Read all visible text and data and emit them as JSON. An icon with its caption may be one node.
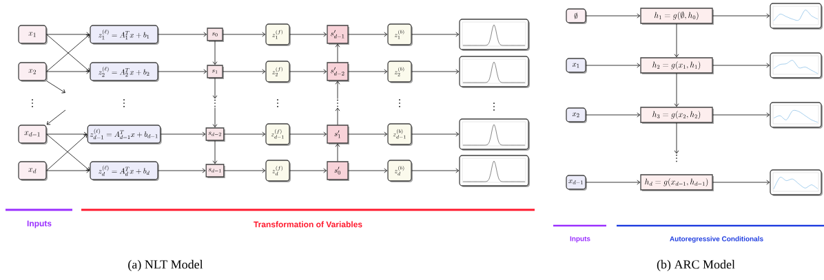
{
  "diagram": {
    "nodes": [
      {
        "text": [
          "x_1"
        ]
      },
      {
        "text": [
          "x_2"
        ]
      },
      {
        "text": [
          "x_{d-1}"
        ]
      },
      {
        "text": [
          "x_d"
        ]
      },
      {
        "text": [
          "z_1^{(\\ell)} = A_1^T x + b_1"
        ]
      },
      {
        "text": [
          "z_2^{(\\ell)} = A_2^T x + b_2"
        ]
      },
      {
        "text": [
          "z_{d-1}^{(\\ell)} = A_{d-1}^T x + b_{d-1}"
        ]
      },
      {
        "text": [
          "z_d^{(\\ell)} = A_d^T x + b_d"
        ]
      },
      {
        "text": [
          "s_0"
        ]
      },
      {
        "text": [
          "s_1"
        ]
      },
      {
        "text": [
          "s_{d-2}"
        ]
      },
      {
        "text": [
          "s_{d-1}"
        ]
      },
      {
        "text": [
          "z_1^{(f)}"
        ]
      },
      {
        "text": [
          "z_2^{(f)}"
        ]
      },
      {
        "text": [
          "z_{d-1}^{(f)}"
        ]
      },
      {
        "text": [
          "z_d^{(f)}"
        ]
      },
      {
        "text": [
          "s'_{d-1}"
        ]
      },
      {
        "text": [
          "s'_{d-2}"
        ]
      },
      {
        "text": [
          "s'_1"
        ]
      },
      {
        "text": [
          "s'_0"
        ]
      },
      {
        "text": [
          "z_1^{(b)}"
        ]
      },
      {
        "text": [
          "z_2^{(b)}"
        ]
      },
      {
        "text": [
          "z_{d-1}^{(b)}"
        ]
      },
      {
        "text": [
          "z_d^{(b)}"
        ]
      },
      {
        "text": [],
        "shape": "picture"
      },
      {
        "text": [],
        "shape": "picture"
      },
      {
        "text": [],
        "shape": "picture"
      },
      {
        "text": [],
        "shape": "picture"
      },
      {
        "text": [
          "\\emptyset"
        ]
      },
      {
        "text": [
          "x_1"
        ]
      },
      {
        "text": [
          "x_2"
        ]
      },
      {
        "text": [
          "x_{d-1}"
        ]
      },
      {
        "text": [
          "h_1 = g(\\emptyset, h_0)"
        ]
      },
      {
        "text": [
          "h_2 = g(x_1, h_1)"
        ]
      },
      {
        "text": [
          "h_3 = g(x_2, h_2)"
        ]
      },
      {
        "text": [
          "h_d = g(x_{d-1}, h_{d-1})"
        ]
      },
      {
        "text": [],
        "shape": "picture"
      },
      {
        "text": [],
        "shape": "picture"
      },
      {
        "text": [],
        "shape": "picture"
      },
      {
        "text": [],
        "shape": "picture"
      },
      {
        "text": [
          "⋮"
        ]
      },
      {
        "text": [
          "⋮"
        ]
      },
      {
        "text": [
          "⋮"
        ]
      }
    ],
    "edges": [
      {
        "from": 0,
        "to": 4,
        "arrow": "to"
      },
      {
        "from": 0,
        "to": 5,
        "arrow": "to"
      },
      {
        "from": 1,
        "to": 4,
        "arrow": "to"
      },
      {
        "from": 1,
        "to": 5,
        "arrow": "to"
      },
      {
        "from": 1,
        "to": null,
        "arrow": "to"
      },
      {
        "from": null,
        "to": 2,
        "arrow": "to"
      },
      {
        "from": 2,
        "to": 6,
        "arrow": "to"
      },
      {
        "from": 2,
        "to": 7,
        "arrow": "to"
      },
      {
        "from": 3,
        "to": 6,
        "arrow": "to"
      },
      {
        "from": 3,
        "to": 7,
        "arrow": "to"
      },
      {
        "from": 4,
        "to": 8,
        "arrow": "to"
      },
      {
        "from": 5,
        "to": 9,
        "arrow": "to"
      },
      {
        "from": 6,
        "to": 10,
        "arrow": "to"
      },
      {
        "from": 7,
        "to": 11,
        "arrow": "to"
      },
      {
        "from": 8,
        "to": 9,
        "arrow": "to"
      },
      {
        "from": 9,
        "to": 40,
        "arrow": "to"
      },
      {
        "from": 40,
        "to": 10,
        "arrow": "to"
      },
      {
        "from": 10,
        "to": 11,
        "arrow": "to"
      },
      {
        "from": 8,
        "to": 12,
        "arrow": "to"
      },
      {
        "from": 9,
        "to": 13,
        "arrow": "to"
      },
      {
        "from": 10,
        "to": 14,
        "arrow": "to"
      },
      {
        "from": 11,
        "to": 15,
        "arrow": "to"
      },
      {
        "from": 12,
        "to": 16,
        "arrow": "to"
      },
      {
        "from": 13,
        "to": 17,
        "arrow": "to"
      },
      {
        "from": 14,
        "to": 18,
        "arrow": "to"
      },
      {
        "from": 15,
        "to": 19,
        "arrow": "to"
      },
      {
        "from": 19,
        "to": 18,
        "arrow": "to"
      },
      {
        "from": 18,
        "to": 41,
        "arrow": "to"
      },
      {
        "from": 41,
        "to": 17,
        "arrow": "to"
      },
      {
        "from": 17,
        "to": 16,
        "arrow": "to"
      },
      {
        "from": 16,
        "to": 20,
        "arrow": "to"
      },
      {
        "from": 17,
        "to": 21,
        "arrow": "to"
      },
      {
        "from": 18,
        "to": 22,
        "arrow": "to"
      },
      {
        "from": 19,
        "to": 23,
        "arrow": "to"
      },
      {
        "from": 20,
        "to": 24,
        "arrow": "to"
      },
      {
        "from": 21,
        "to": 25,
        "arrow": "to"
      },
      {
        "from": 22,
        "to": 26,
        "arrow": "to"
      },
      {
        "from": 23,
        "to": 27,
        "arrow": "to"
      },
      {
        "from": 28,
        "to": 32,
        "arrow": "to"
      },
      {
        "from": 29,
        "to": 33,
        "arrow": "to"
      },
      {
        "from": 30,
        "to": 34,
        "arrow": "to"
      },
      {
        "from": 31,
        "to": 35,
        "arrow": "to"
      },
      {
        "from": 32,
        "to": 33,
        "arrow": "to"
      },
      {
        "from": 33,
        "to": 34,
        "arrow": "to"
      },
      {
        "from": 34,
        "to": 42,
        "arrow": "to"
      },
      {
        "from": 32,
        "to": 36,
        "arrow": "to"
      },
      {
        "from": 33,
        "to": 37,
        "arrow": "to"
      },
      {
        "from": 34,
        "to": 38,
        "arrow": "to"
      },
      {
        "from": 35,
        "to": 39,
        "arrow": "to"
      }
    ],
    "labels": [
      "⋮",
      "⋮",
      "⋮",
      "⋮",
      "⋮",
      "Inputs",
      "Transformation of Variables",
      "(a) NLT Model",
      "Inputs",
      "Autoregressive Conditionals",
      "(b) ARC Model"
    ]
  }
}
